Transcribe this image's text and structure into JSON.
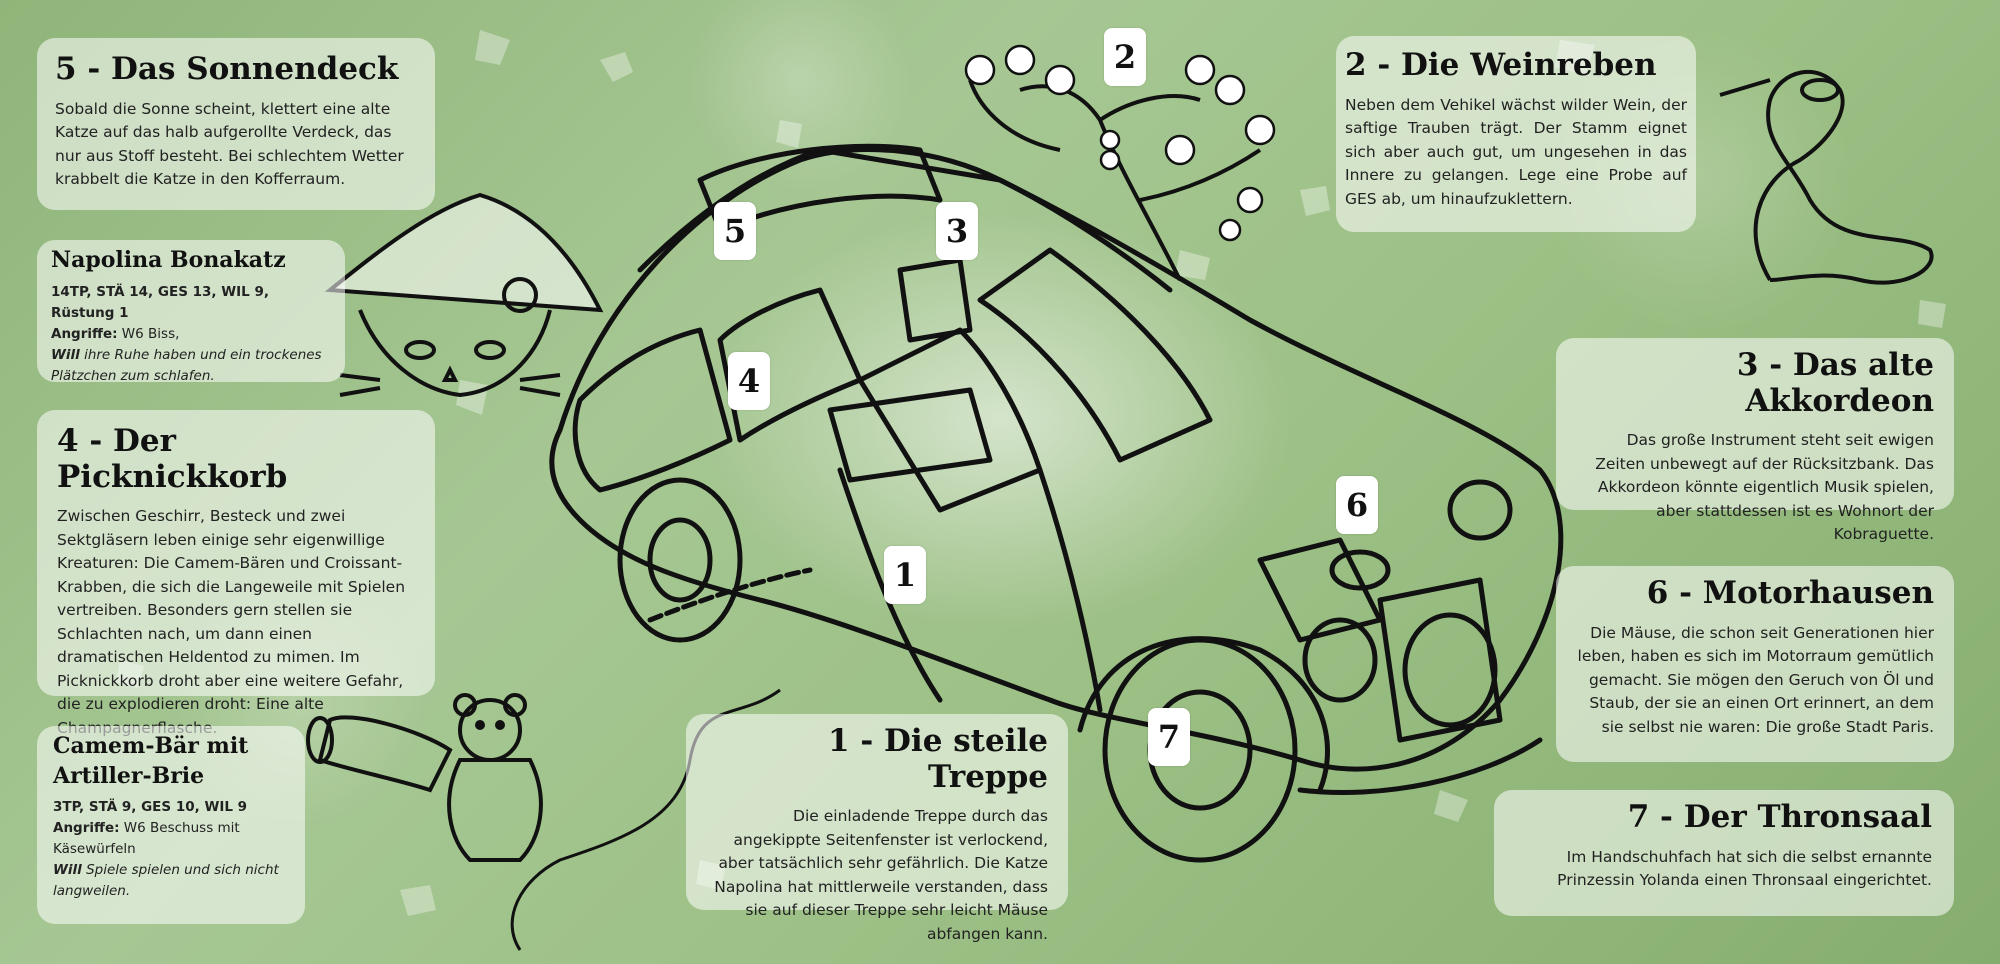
{
  "rooms": [
    {
      "id": "r5",
      "title": "5 - Das Sonnendeck",
      "text": "Sobald die Sonne scheint, klettert eine alte Katze auf das halb aufgerollte Verdeck, das nur aus Stoff besteht. Bei schlechtem Wetter krabbelt die Katze in den Kofferraum."
    },
    {
      "id": "r4",
      "title": "4 - Der Picknickkorb",
      "text": "Zwischen Geschirr, Besteck und zwei Sektgläsern leben einige sehr eigenwillige Kreaturen: Die Camem-Bären und Croissant-Krabben, die sich die Langeweile mit Spielen vertreiben. Besonders gern stellen sie Schlachten nach, um dann einen dramatischen Heldentod zu mimen. Im Picknickkorb droht aber eine weitere Gefahr, die zu explodieren droht: Eine alte Champagnerflasche."
    },
    {
      "id": "r2",
      "title": "2 - Die Weinreben",
      "text": "Neben dem Vehikel wächst wilder Wein, der saftige Trauben trägt. Der Stamm eignet sich aber auch gut, um ungesehen in das Innere zu gelangen. Lege eine Probe auf GES ab, um hinaufzuklettern."
    },
    {
      "id": "r3",
      "title": "3 - Das alte Akkordeon",
      "text": "Das große Instrument steht seit ewigen Zeiten unbewegt auf der Rücksitzbank. Das Akkordeon könnte eigentlich Musik spielen, aber stattdessen ist es Wohnort der Kobraguette."
    },
    {
      "id": "r6",
      "title": "6 - Motorhausen",
      "text": "Die Mäuse, die schon seit Generationen hier leben, haben es sich im Motorraum gemütlich gemacht. Sie mögen den Geruch von Öl und Staub, der  sie an einen Ort erinnert, an dem sie selbst nie waren: Die große Stadt Paris."
    },
    {
      "id": "r7",
      "title": "7 - Der Thronsaal",
      "text": "Im Handschuhfach hat sich die selbst ernannte Prinzessin Yolanda einen Thronsaal eingerichtet."
    },
    {
      "id": "r1",
      "title": "1 - Die steile Treppe",
      "text": "Die einladende Treppe durch das angekippte Seitenfenster ist verlockend, aber tatsächlich sehr gefährlich. Die Katze Napolina hat mittlerweile verstanden, dass sie auf dieser Treppe sehr leicht Mäuse abfangen kann."
    }
  ],
  "creatures": [
    {
      "name": "Napolina Bonakatz",
      "stats": "14TP, STÄ 14, GES 13, WIL 9, Rüstung 1",
      "attacks_label": "Angriffe:",
      "attacks": "W6 Biss,",
      "will_label": "Will",
      "will": "ihre Ruhe haben und ein trockenes Plätzchen zum schlafen."
    },
    {
      "name": "Camem-Bär mit Artiller-Brie",
      "stats": "3TP, STÄ 9, GES 10, WIL 9",
      "attacks_label": "Angriffe:",
      "attacks": "W6 Beschuss mit Käsewürfeln",
      "will_label": "Will",
      "will": "Spiele spielen und sich nicht langweilen."
    }
  ],
  "markers": [
    "1",
    "2",
    "3",
    "4",
    "5",
    "6",
    "7"
  ]
}
